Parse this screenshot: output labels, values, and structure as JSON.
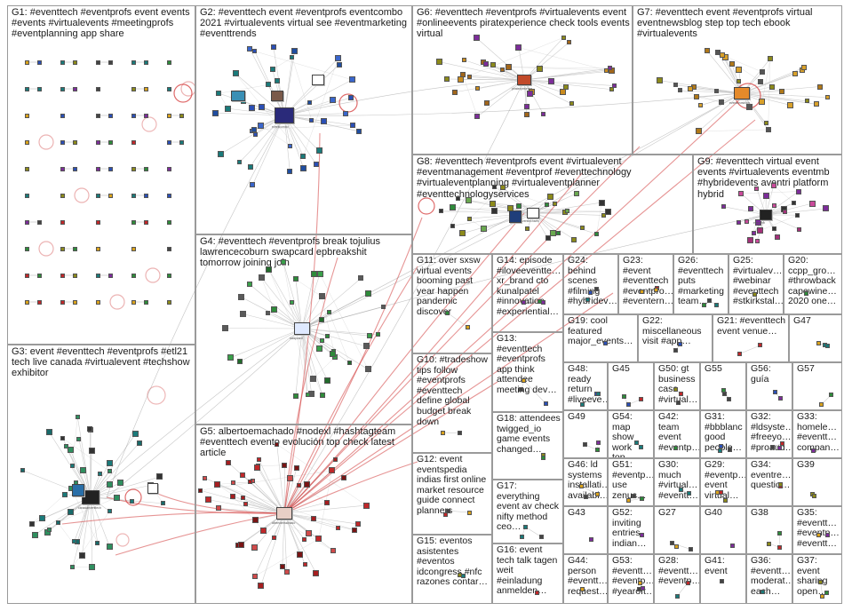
{
  "groups": [
    {
      "id": "G1",
      "label": "G1: #eventtech #eventprofs event events #events #virtualevents #meetingprofs #eventplanning app share"
    },
    {
      "id": "G2",
      "label": "G2: #eventtech event #eventprofs eventcombo 2021 #virtualevents virtual see #eventmarketing #eventtrends"
    },
    {
      "id": "G6",
      "label": "G6: #eventtech #eventprofs #virtualevents event #onlineevents piratexperience check tools events virtual"
    },
    {
      "id": "G7",
      "label": "G7: #eventtech event #eventprofs virtual eventnewsblog step top tech ebook #virtualevents"
    },
    {
      "id": "G8",
      "label": "G8: #eventtech #eventprofs event #virtualevent #eventmanagement #eventprof #eventtechnology #virtualeventplanning #virtualeventplanner #eventtechnologyservices"
    },
    {
      "id": "G9",
      "label": "G9: #eventtech virtual event events #virtualevents eventmb #hybridevents aventri platform hybrid"
    },
    {
      "id": "G4",
      "label": "G4: #eventtech #eventprofs break tojulius lawrencecoburn swapcard epbreakshit tomorrow joining join"
    },
    {
      "id": "G3",
      "label": "G3: event #eventtech #eventprofs #etl21 tech live canada #virtualevent #techshow exhibitor"
    },
    {
      "id": "G5",
      "label": "G5: albertoemachado #nodexl #hashtagteam #eventtech evento evolución top check latest article"
    },
    {
      "id": "G11",
      "label": "G11: over sxsw virtual events booming past year happen pandemic discover"
    },
    {
      "id": "G14",
      "label": "G14: episode #iloveeventte… xr_brand cto kunalpatel #innovation #experiential…"
    },
    {
      "id": "G24",
      "label": "G24: behind scenes #filming #hybridev…"
    },
    {
      "id": "G23",
      "label": "G23: #event #eventtech #eventpro… #eventern…"
    },
    {
      "id": "G26",
      "label": "G26: #eventtech puts #marketing team…"
    },
    {
      "id": "G25",
      "label": "G25: #virtualev… #webinar #eventtech #stkirkstal…"
    },
    {
      "id": "G20",
      "label": "G20: ccpp_gro… #throwback capewine… 2020 one…"
    },
    {
      "id": "G13",
      "label": "G13: #eventtech #eventprofs app think attendee meeting dev…"
    },
    {
      "id": "G19",
      "label": "G19: cool featured major_events…"
    },
    {
      "id": "G22",
      "label": "G22: miscellaneous visit #app…"
    },
    {
      "id": "G21",
      "label": "G21: #eventtech event venue…"
    },
    {
      "id": "G47",
      "label": "G47"
    },
    {
      "id": "G10",
      "label": "G10: #tradeshow tips follow #eventprofs #eventtech define global budget break down"
    },
    {
      "id": "G48",
      "label": "G48: ready return #liveeve…"
    },
    {
      "id": "G45",
      "label": "G45"
    },
    {
      "id": "G50",
      "label": "G50: gt business case #virtual…"
    },
    {
      "id": "G55",
      "label": "G55"
    },
    {
      "id": "G56",
      "label": "G56: guía"
    },
    {
      "id": "G57",
      "label": "G57"
    },
    {
      "id": "G18",
      "label": "G18: attendees twigged_io game events changed…"
    },
    {
      "id": "G49",
      "label": "G49"
    },
    {
      "id": "G54",
      "label": "G54: map show work top…"
    },
    {
      "id": "G42",
      "label": "G42: team event #eventp…"
    },
    {
      "id": "G31",
      "label": "G31: #bbblanc good people…"
    },
    {
      "id": "G32",
      "label": "G32: #ldsyste… #freeyo… #proaud…"
    },
    {
      "id": "G33",
      "label": "G33: homele… #eventt… compan…"
    },
    {
      "id": "G12",
      "label": "G12: event eventspedia indias first online market resource guide connect planners"
    },
    {
      "id": "G46",
      "label": "G46: ld systems installati… availabl…"
    },
    {
      "id": "G51",
      "label": "G51: #eventp… use zenus…"
    },
    {
      "id": "G30",
      "label": "G30: much #virtual… #eventt…"
    },
    {
      "id": "G29",
      "label": "G29: #eventp… event virtual…"
    },
    {
      "id": "G34",
      "label": "G34: eventre… questio…"
    },
    {
      "id": "G39",
      "label": "G39"
    },
    {
      "id": "G17",
      "label": "G17: everything event av check nifty method ceo…"
    },
    {
      "id": "G43",
      "label": "G43"
    },
    {
      "id": "G52",
      "label": "G52: inviting entries indian…"
    },
    {
      "id": "G27",
      "label": "G27"
    },
    {
      "id": "G40",
      "label": "G40"
    },
    {
      "id": "G38",
      "label": "G38"
    },
    {
      "id": "G35",
      "label": "G35: #eventt… #eventp… #eventt…"
    },
    {
      "id": "G15",
      "label": "G15: eventos asistentes #eventos idcongress #nfc razones contar…"
    },
    {
      "id": "G16",
      "label": "G16: event tech talk tagen weit #einladung anmelden…"
    },
    {
      "id": "G44",
      "label": "G44: person #eventt… request…"
    },
    {
      "id": "G53",
      "label": "G53: #eventt… #eventp… #yearoft…"
    },
    {
      "id": "G28",
      "label": "G28: #eventt… #eventp…"
    },
    {
      "id": "G41",
      "label": "G41: event"
    },
    {
      "id": "G36",
      "label": "G36: #eventt… moderat… each…"
    },
    {
      "id": "G37",
      "label": "G37: event sharing open…"
    }
  ],
  "hub_labels": {
    "g1": "",
    "g2_main": "eventcombo",
    "g4_main": "swapcard",
    "g5_main": "albertoemachado",
    "g3_main": "canadaeventtech",
    "g6_main": "piratexperience",
    "g7_main": "eventnewsblog",
    "g8_main": "eventtechserv",
    "g9_main": "eventmb"
  },
  "colors": {
    "edge": "#c8c8c8",
    "edge_dark": "#8a8a8a",
    "edge_red": "#d23c3c",
    "node_red": "#c0282a",
    "node_green": "#2e8b3a",
    "node_blue": "#2b4fb5",
    "node_purple": "#7d2d9a",
    "node_olive": "#8c8a1a",
    "node_teal": "#1a7a7a"
  }
}
